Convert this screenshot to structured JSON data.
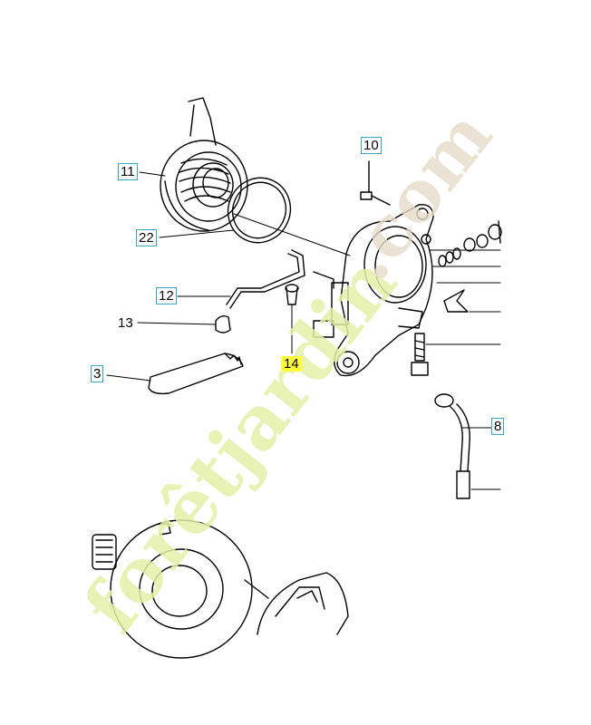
{
  "callouts": {
    "c10": "10",
    "c11": "11",
    "c22": "22",
    "c12": "12",
    "c13": "13",
    "c14": "14",
    "c3": "3",
    "c8": "8"
  },
  "watermark": {
    "part1": "forêtjardin",
    "part2": ".com",
    "color_main": "#d8ea8a",
    "color_domain": "#d9ccb4",
    "color_accent": "#f6c27a"
  },
  "highlight_color": "#ffff3c",
  "callout_border_color": "#3aa6c4"
}
